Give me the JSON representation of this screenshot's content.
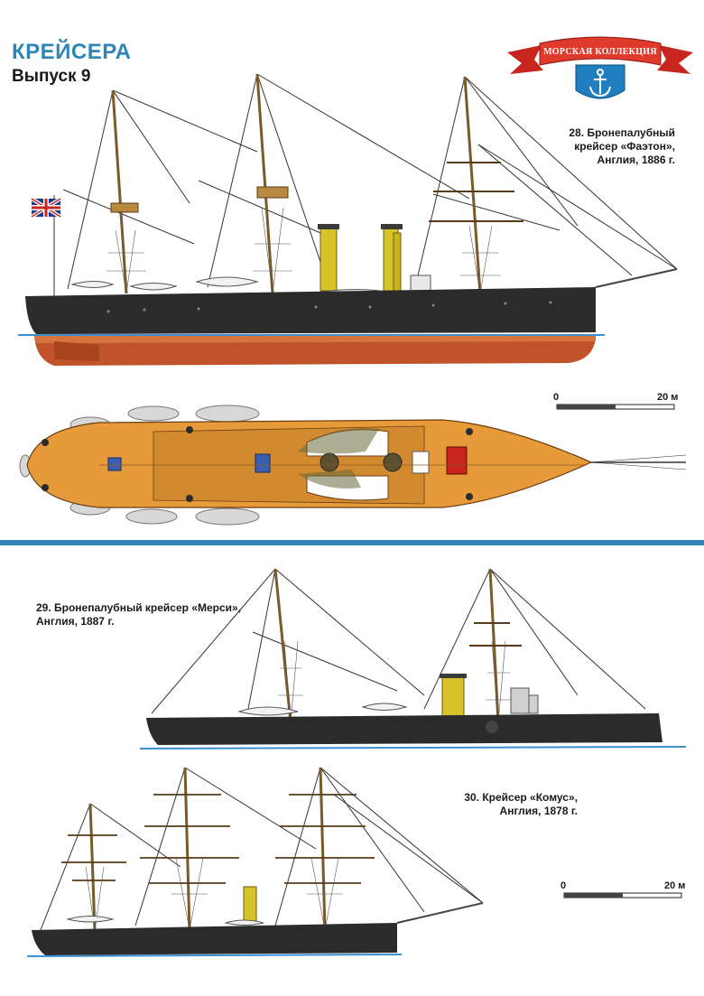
{
  "header": {
    "title": "КРЕЙСЕРА",
    "issue": "Выпуск 9",
    "logo_text": "МОРСКАЯ КОЛЛЕКЦИЯ"
  },
  "ships": [
    {
      "caption_line1": "28. Бронепалубный",
      "caption_line2": "крейсер «Фаэтон»,",
      "caption_line3": "Англия, 1886 г."
    },
    {
      "caption_line1": "29. Бронепалубный крейсер «Мерси»,",
      "caption_line2": "Англия, 1887 г."
    },
    {
      "caption_line1": "30. Крейсер «Комус»,",
      "caption_line2": "Англия, 1878 г."
    }
  ],
  "scales": [
    {
      "start": "0",
      "end": "20 м"
    },
    {
      "start": "0",
      "end": "20 м"
    }
  ],
  "colors": {
    "accent_blue": "#2f86b6",
    "hull_dark": "#2b2b2b",
    "hull_red": "#c0532a",
    "funnel_yellow": "#d8c428",
    "deck_orange": "#e79a3a",
    "logo_red": "#d8322a"
  }
}
